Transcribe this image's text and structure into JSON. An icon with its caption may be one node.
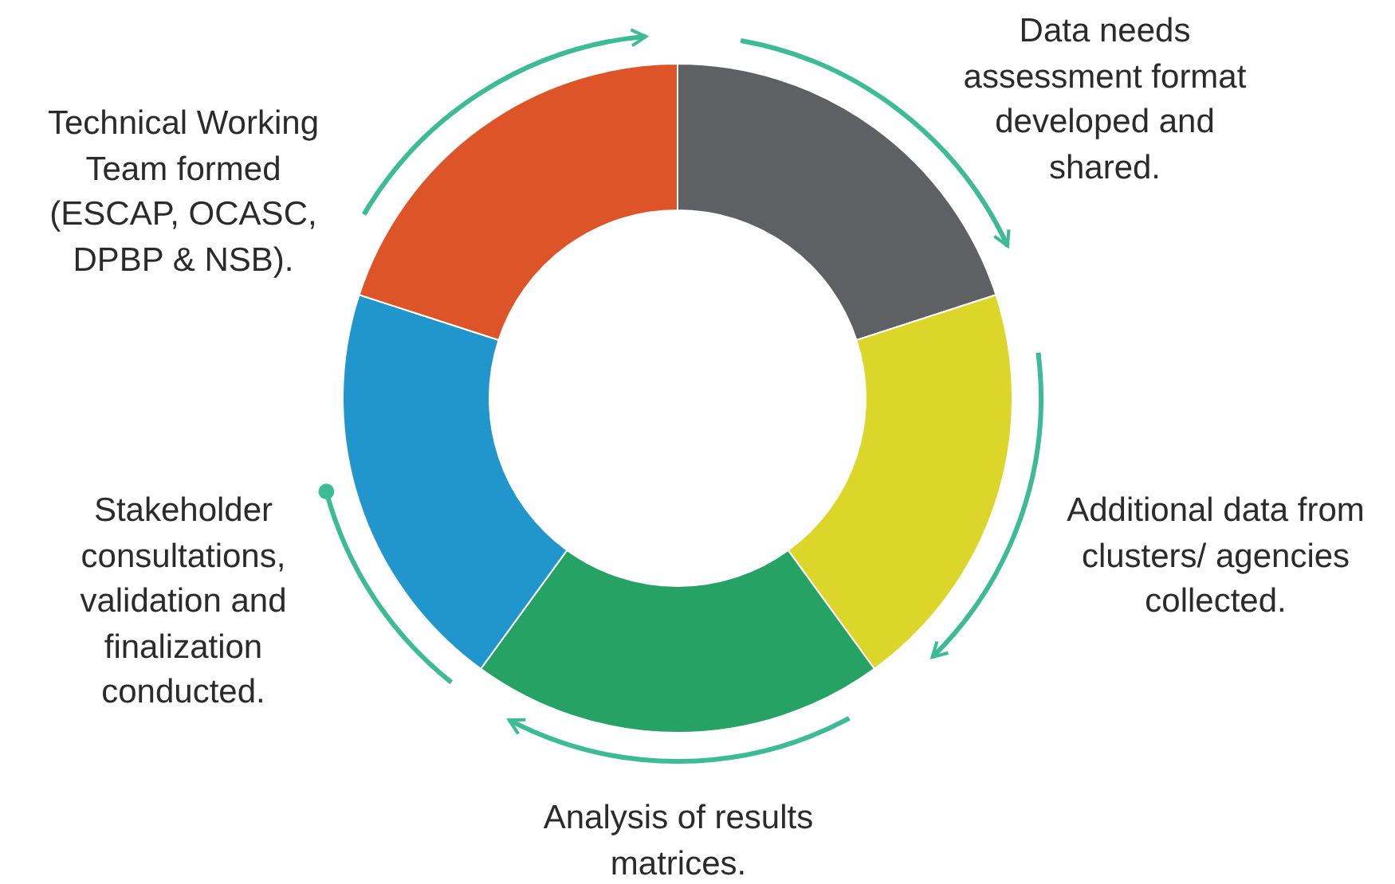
{
  "diagram": {
    "nodes": [
      {
        "text": [
          "Technical Working Team formed (ESCAP, OCASC, DPBP & NSB)."
        ]
      },
      {
        "text": [
          "Data needs assessment format developed and shared."
        ]
      },
      {
        "text": [
          "Additional data from clusters/ agencies collected."
        ]
      },
      {
        "text": [
          "Analysis of results matrices."
        ]
      },
      {
        "text": [
          "Stakeholder consultations, validation and finalization conducted."
        ]
      }
    ]
  }
}
